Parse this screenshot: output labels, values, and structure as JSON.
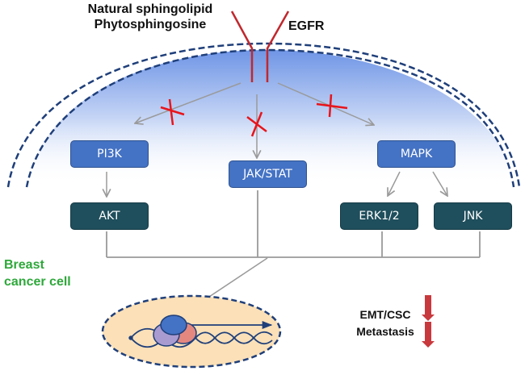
{
  "title": {
    "line1": "Natural sphingolipid",
    "line2": "Phytosphingosine"
  },
  "receptor": {
    "label": "EGFR"
  },
  "cell_label": {
    "line1": "Breast",
    "line2": "cancer cell"
  },
  "nodes": {
    "pi3k": "PI3K",
    "jak_stat": "JAK/STAT",
    "mapk": "MAPK",
    "akt": "AKT",
    "erk": "ERK1/2",
    "jnk": "JNK"
  },
  "outcome": {
    "line1": "EMT/CSC",
    "line2": "Metastasis",
    "direction": "decreased"
  },
  "inhibited_pathways": [
    "PI3K",
    "JAK/STAT",
    "MAPK"
  ],
  "colors": {
    "receptor": "#c0282d",
    "inhibition": "#e8141a",
    "membrane": "#1f3f7a",
    "upstream_node": "#4472c4",
    "downstream_node": "#1f4e5c",
    "nucleus": "#fbe0b8",
    "cell_label": "#2ea83a",
    "outcome_arrow": "#c8393d"
  }
}
